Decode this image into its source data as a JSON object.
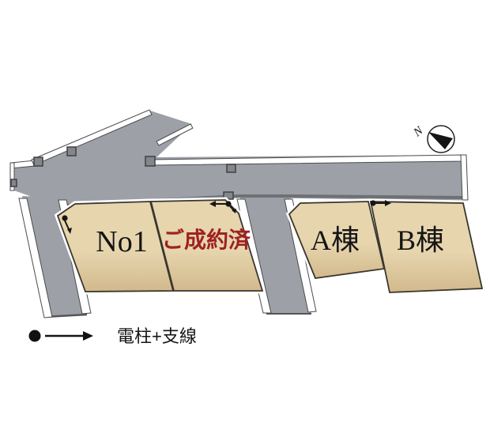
{
  "plots": [
    {
      "id": "no1",
      "label": "No1",
      "status": "available"
    },
    {
      "id": "sold",
      "label": "ご成約済",
      "status": "sold"
    },
    {
      "id": "a-tou",
      "label": "A棟",
      "status": "available"
    },
    {
      "id": "b-tou",
      "label": "B棟",
      "status": "available"
    }
  ],
  "compass": {
    "label": "N"
  },
  "legend": {
    "symbol": "pole-with-guy-wire-icon",
    "text": "電柱+支線"
  },
  "colors": {
    "road": "#9da0a6",
    "road_edge": "#54555a",
    "road_shadow": "#6e7074",
    "basin_fill": "#84868c",
    "plot_light": "#e7d5ae",
    "plot_dark": "#d2b98c",
    "plot_outline": "#3a362e",
    "sold_red": "#9e2222",
    "ink": "#151515",
    "white_strip": "#ffffff"
  }
}
